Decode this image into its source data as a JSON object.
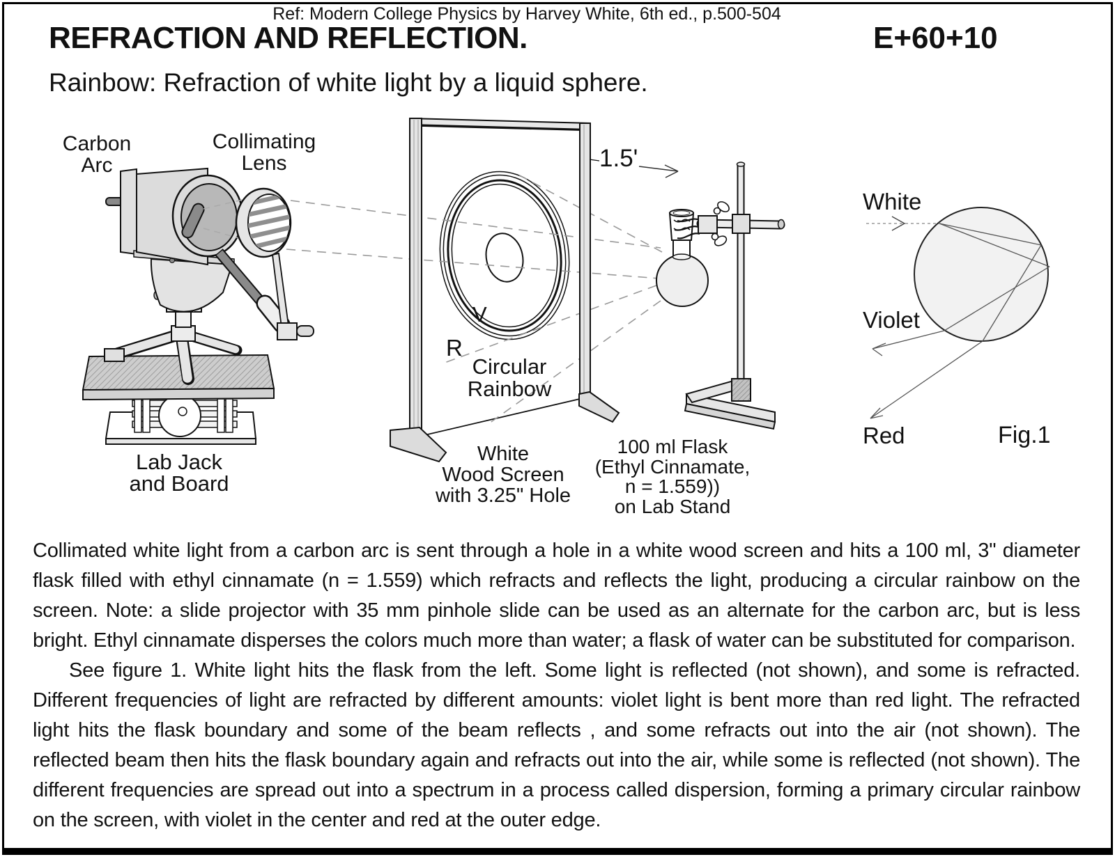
{
  "page": {
    "ref_line": "Ref: Modern College Physics by Harvey White, 6th ed., p.500-504",
    "title": "REFRACTION AND REFLECTION.",
    "code": "E+60+10",
    "subtitle": "Rainbow: Refraction of white light by a liquid sphere."
  },
  "diagram": {
    "carbon_arc": [
      "Carbon",
      "Arc"
    ],
    "collimating_lens": [
      "Collimating",
      "Lens"
    ],
    "lab_jack": [
      "Lab Jack",
      "and Board"
    ],
    "screen_caption": [
      "White",
      "Wood Screen",
      "with 3.25\" Hole"
    ],
    "flask_caption": [
      "100 ml Flask",
      "(Ethyl Cinnamate,",
      "n = 1.559))",
      "on Lab Stand"
    ],
    "rainbow_caption": [
      "Circular",
      "Rainbow"
    ],
    "distance": "1.5'",
    "violet_mark": "V",
    "red_mark": "R"
  },
  "fig1": {
    "white": "White",
    "violet": "Violet",
    "red": "Red",
    "caption": "Fig.1"
  },
  "body": {
    "paragraph_1": "Collimated white light from a carbon arc is sent through a hole in a white wood screen and hits a 100 ml, 3\" diameter flask filled with ethyl cinnamate (n = 1.559) which refracts and reflects the light, producing a circular rainbow on the screen. Note: a slide projector with 35 mm pinhole slide can be used as an alternate for the carbon arc, but is less bright. Ethyl cinnamate disperses the colors much more than water; a flask of water can be substituted for comparison.",
    "paragraph_2": "See figure 1. White light hits the flask from the left. Some light is reflected (not shown), and some is refracted. Different frequencies of light are refracted by different amounts: violet light is bent more than red light. The refracted light hits the flask boundary and some of the beam reflects , and some refracts out into the air (not shown). The reflected beam then hits the flask boundary again and refracts out into the air, while some is reflected (not shown). The different frequencies are spread out into a spectrum in a process called dispersion, forming a primary circular rainbow on the screen, with violet in the center and red at the outer edge."
  },
  "colors": {
    "ink": "#111111",
    "light_gray": "#e0e0e0",
    "mid_gray": "#b8b8b8",
    "dark_gray": "#8a8a8a",
    "dash_gray": "#999999",
    "sphere_fill": "#f2f2f2"
  }
}
